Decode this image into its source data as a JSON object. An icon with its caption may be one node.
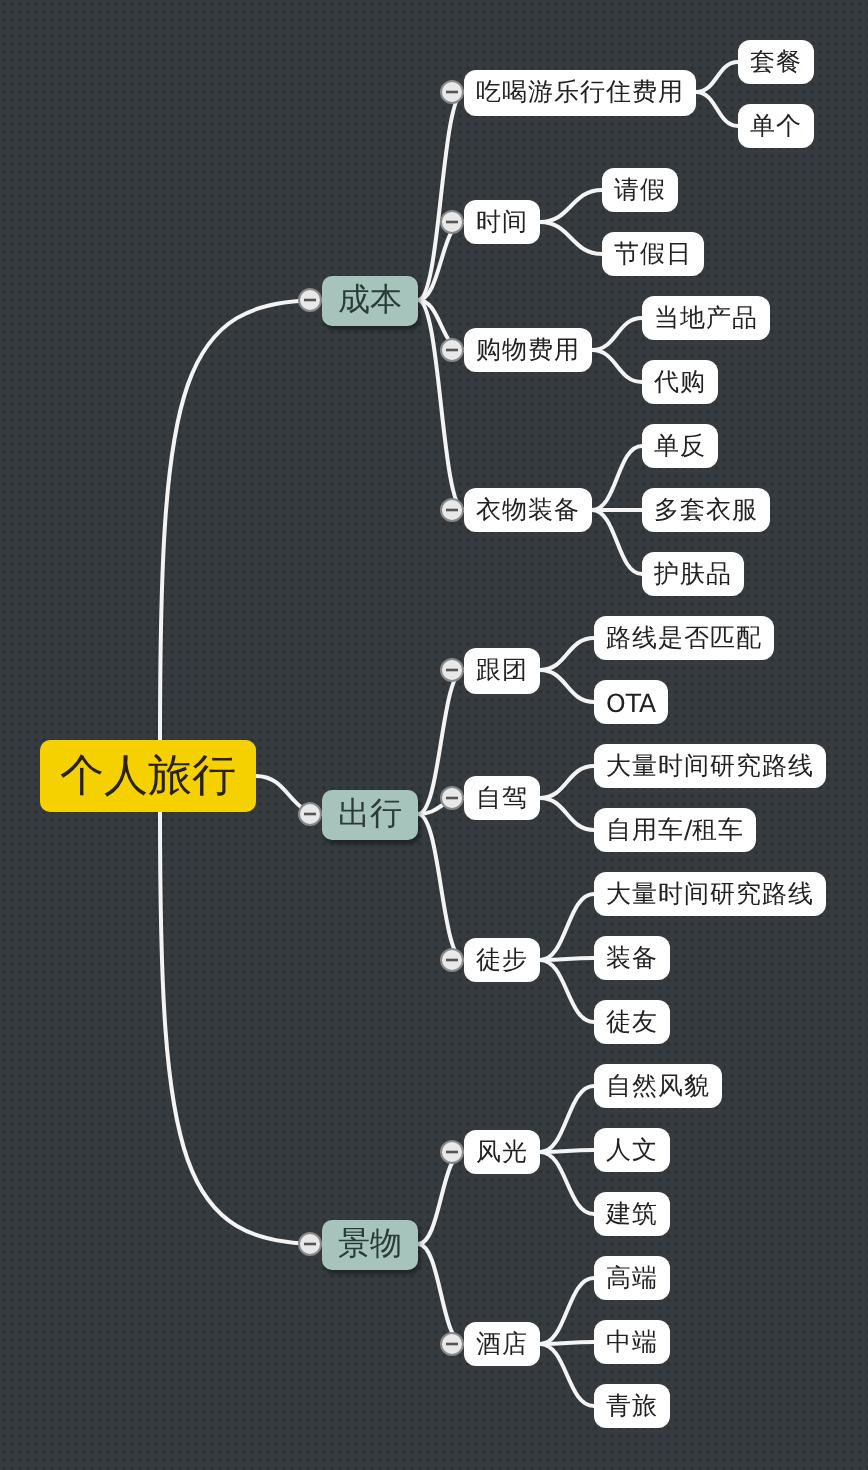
{
  "diagram": {
    "nodes": [
      {
        "text": [
          "个人旅行"
        ]
      },
      {
        "text": [
          "成本"
        ]
      },
      {
        "text": [
          "吃喝游乐行住费用"
        ]
      },
      {
        "text": [
          "套餐"
        ]
      },
      {
        "text": [
          "单个"
        ]
      },
      {
        "text": [
          "时间"
        ]
      },
      {
        "text": [
          "请假"
        ]
      },
      {
        "text": [
          "节假日"
        ]
      },
      {
        "text": [
          "购物费用"
        ]
      },
      {
        "text": [
          "当地产品"
        ]
      },
      {
        "text": [
          "代购"
        ]
      },
      {
        "text": [
          "衣物装备"
        ]
      },
      {
        "text": [
          "单反"
        ]
      },
      {
        "text": [
          "多套衣服"
        ]
      },
      {
        "text": [
          "护肤品"
        ]
      },
      {
        "text": [
          "出行"
        ]
      },
      {
        "text": [
          "跟团"
        ]
      },
      {
        "text": [
          "路线是否匹配"
        ]
      },
      {
        "text": [
          "OTA"
        ]
      },
      {
        "text": [
          "自驾"
        ]
      },
      {
        "text": [
          "大量时间研究路线"
        ]
      },
      {
        "text": [
          "自用车/租车"
        ]
      },
      {
        "text": [
          "徒步"
        ]
      },
      {
        "text": [
          "大量时间研究路线"
        ]
      },
      {
        "text": [
          "装备"
        ]
      },
      {
        "text": [
          "徒友"
        ]
      },
      {
        "text": [
          "景物"
        ]
      },
      {
        "text": [
          "风光"
        ]
      },
      {
        "text": [
          "自然风貌"
        ]
      },
      {
        "text": [
          "人文"
        ]
      },
      {
        "text": [
          "建筑"
        ]
      },
      {
        "text": [
          "酒店"
        ]
      },
      {
        "text": [
          "高端"
        ]
      },
      {
        "text": [
          "中端"
        ]
      },
      {
        "text": [
          "青旅"
        ]
      }
    ],
    "edges": [
      {
        "from": 0,
        "to": 1,
        "arrow": "none"
      },
      {
        "from": 1,
        "to": 2,
        "arrow": "none"
      },
      {
        "from": 2,
        "to": 3,
        "arrow": "none"
      },
      {
        "from": 2,
        "to": 4,
        "arrow": "none"
      },
      {
        "from": 1,
        "to": 5,
        "arrow": "none"
      },
      {
        "from": 5,
        "to": 6,
        "arrow": "none"
      },
      {
        "from": 5,
        "to": 7,
        "arrow": "none"
      },
      {
        "from": 1,
        "to": 8,
        "arrow": "none"
      },
      {
        "from": 8,
        "to": 9,
        "arrow": "none"
      },
      {
        "from": 8,
        "to": 10,
        "arrow": "none"
      },
      {
        "from": 1,
        "to": 11,
        "arrow": "none"
      },
      {
        "from": 11,
        "to": 12,
        "arrow": "none"
      },
      {
        "from": 11,
        "to": 13,
        "arrow": "none"
      },
      {
        "from": 11,
        "to": 14,
        "arrow": "none"
      },
      {
        "from": 0,
        "to": 15,
        "arrow": "none"
      },
      {
        "from": 15,
        "to": 16,
        "arrow": "none"
      },
      {
        "from": 16,
        "to": 17,
        "arrow": "none"
      },
      {
        "from": 16,
        "to": 18,
        "arrow": "none"
      },
      {
        "from": 15,
        "to": 19,
        "arrow": "none"
      },
      {
        "from": 19,
        "to": 20,
        "arrow": "none"
      },
      {
        "from": 19,
        "to": 21,
        "arrow": "none"
      },
      {
        "from": 15,
        "to": 22,
        "arrow": "none"
      },
      {
        "from": 22,
        "to": 23,
        "arrow": "none"
      },
      {
        "from": 22,
        "to": 24,
        "arrow": "none"
      },
      {
        "from": 22,
        "to": 25,
        "arrow": "none"
      },
      {
        "from": 0,
        "to": 26,
        "arrow": "none"
      },
      {
        "from": 26,
        "to": 27,
        "arrow": "none"
      },
      {
        "from": 27,
        "to": 28,
        "arrow": "none"
      },
      {
        "from": 27,
        "to": 29,
        "arrow": "none"
      },
      {
        "from": 27,
        "to": 30,
        "arrow": "none"
      },
      {
        "from": 26,
        "to": 31,
        "arrow": "none"
      },
      {
        "from": 31,
        "to": 32,
        "arrow": "none"
      },
      {
        "from": 31,
        "to": 33,
        "arrow": "none"
      },
      {
        "from": 31,
        "to": 34,
        "arrow": "none"
      }
    ]
  }
}
